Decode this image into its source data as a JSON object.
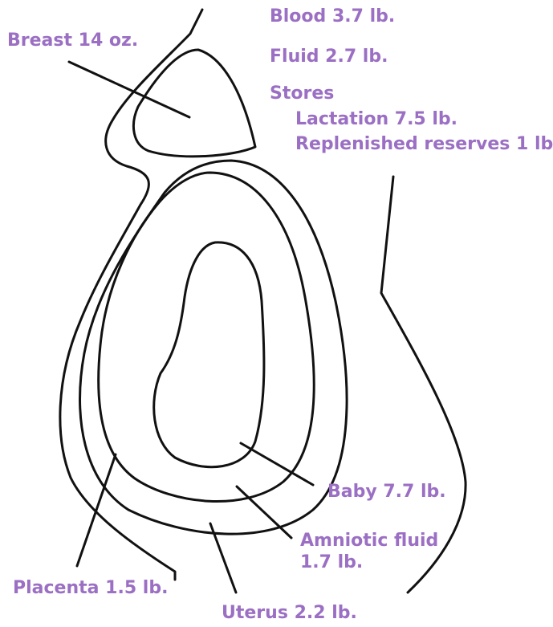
{
  "colors": {
    "label": "#9b6fc3",
    "line": "#111111",
    "background": "#ffffff"
  },
  "labels": {
    "breast": "Breast 14 oz.",
    "blood": "Blood 3.7 lb.",
    "fluid": "Fluid 2.7 lb.",
    "stores": "Stores",
    "lactation": "Lactation 7.5 lb.",
    "reserves": "Replenished reserves 1 lb.",
    "baby": "Baby 7.7 lb.",
    "amniotic_line1": "Amniotic fluid",
    "amniotic_line2": "1.7 lb.",
    "placenta": "Placenta 1.5 lb.",
    "uterus": "Uterus 2.2 lb."
  }
}
